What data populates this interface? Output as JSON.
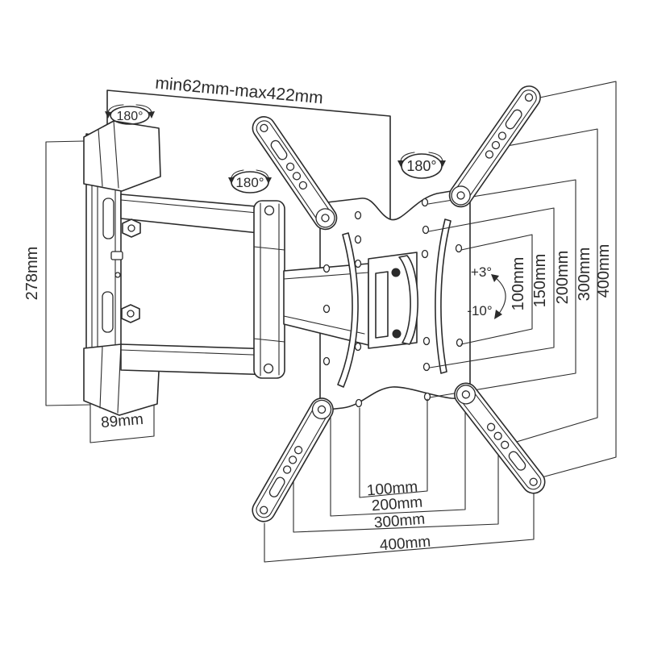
{
  "labels": {
    "extension_range": "min62mm-max422mm",
    "rotation_wall": "180°",
    "rotation_arm": "180°",
    "rotation_plate": "180°",
    "tilt_up": "+3°",
    "tilt_down": "-10°",
    "bracket_height": "278mm",
    "bracket_width": "89mm"
  },
  "vesa_vertical": [
    "100mm",
    "150mm",
    "200mm",
    "300mm",
    "400mm"
  ],
  "vesa_horizontal": [
    "100mm",
    "200mm",
    "300mm",
    "400mm"
  ],
  "colors": {
    "line": "#2b2b2b",
    "background": "#ffffff"
  }
}
